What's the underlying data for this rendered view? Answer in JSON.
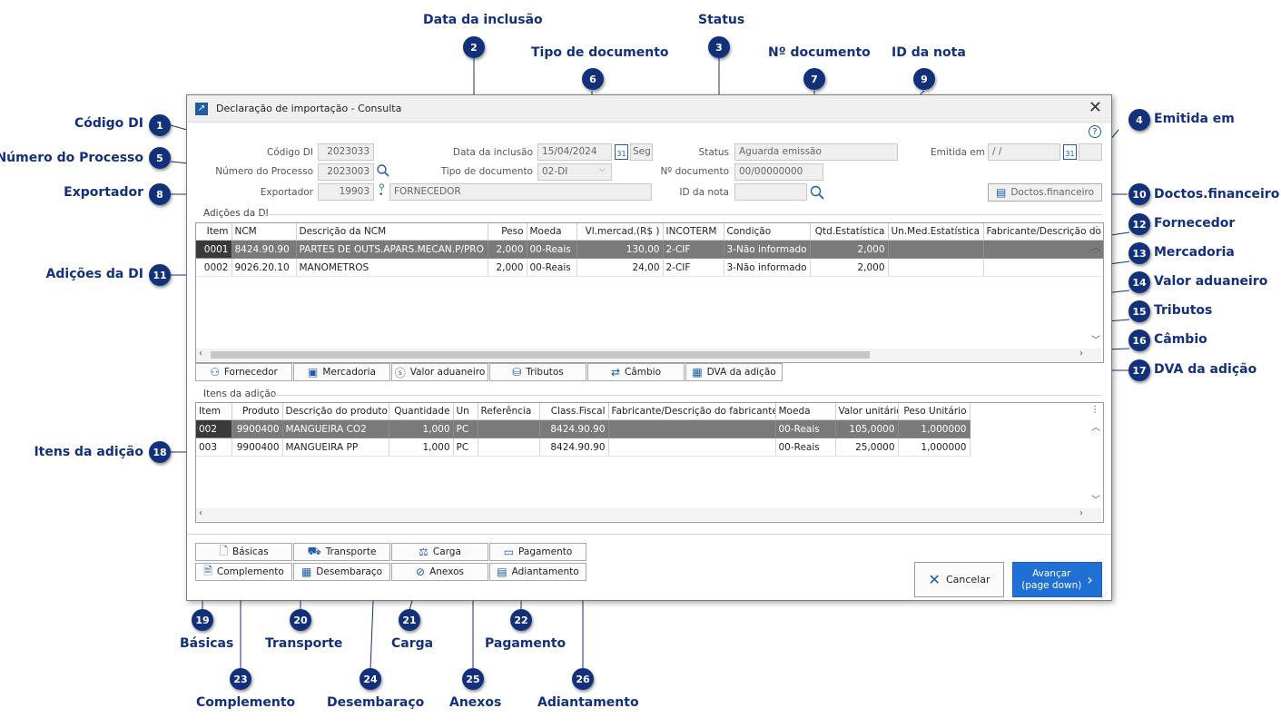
{
  "window": {
    "title": "Declaração de importação - Consulta"
  },
  "header": {
    "codigo_di_label": "Código DI",
    "codigo_di_value": "2023033",
    "numero_processo_label": "Número do Processo",
    "numero_processo_value": "2023003",
    "exportador_label": "Exportador",
    "exportador_code": "19903",
    "exportador_name": "FORNECEDOR",
    "data_inclusao_label": "Data da inclusão",
    "data_inclusao_value": "15/04/2024",
    "data_inclusao_day": "Seg",
    "tipo_documento_label": "Tipo de documento",
    "tipo_documento_value": "02-DI",
    "status_label": "Status",
    "status_value": "Aguarda emissão",
    "num_documento_label": "Nº documento",
    "num_documento_value": "00/00000000",
    "id_nota_label": "ID da nota",
    "id_nota_value": "",
    "emitida_em_label": "Emitida em",
    "emitida_em_value": " /  /",
    "doctos_financeiro_label": "Doctos.financeiro"
  },
  "adicoes": {
    "section_label": "Adições da DI",
    "columns": [
      "Item",
      "NCM",
      "Descrição da NCM",
      "Peso",
      "Moeda",
      "Vl.mercad.(R$ )",
      "INCOTERM",
      "Condição",
      "Qtd.Estatística",
      "Un.Med.Estatística",
      "Fabricante/Descrição do"
    ],
    "rows": [
      [
        "0001",
        "8424.90.90",
        "PARTES DE OUTS.APARS.MECAN.P/PRO",
        "2,000",
        "00-Reais",
        "130,00",
        "2-CIF",
        "3-Não informado",
        "2,000",
        "",
        ""
      ],
      [
        "0002",
        "9026.20.10",
        "MANOMETROS",
        "2,000",
        "00-Reais",
        "24,00",
        "2-CIF",
        "3-Não informado",
        "2,000",
        "",
        ""
      ]
    ],
    "selected_row": 0
  },
  "adicao_buttons": [
    "Fornecedor",
    "Mercadoria",
    "Valor aduaneiro",
    "Tributos",
    "Câmbio",
    "DVA da adição"
  ],
  "itens": {
    "section_label": "Itens da adição",
    "columns": [
      "Item",
      "Produto",
      "Descrição do produto",
      "Quantidade",
      "Un",
      "Referência",
      "Class.Fiscal",
      "Fabricante/Descrição do fabricante",
      "Moeda",
      "Valor unitário",
      "Peso Unitário"
    ],
    "rows": [
      [
        "002",
        "9900400",
        "MANGUEIRA CO2",
        "1,000",
        "PC",
        "",
        "8424.90.90",
        "",
        "00-Reais",
        "105,0000",
        "1,000000"
      ],
      [
        "003",
        "9900400",
        "MANGUEIRA PP",
        "1,000",
        "PC",
        "",
        "8424.90.90",
        "",
        "00-Reais",
        "25,0000",
        "1,000000"
      ]
    ],
    "selected_row": 0
  },
  "bottom_buttons": [
    "Básicas",
    "Transporte",
    "Carga",
    "Pagamento",
    "Complemento",
    "Desembaraço",
    "Anexos",
    "Adiantamento"
  ],
  "cancel_label": "Cancelar",
  "advance_label_line1": "Avançar",
  "advance_label_line2": "(page down)",
  "callouts": [
    {
      "n": "1",
      "label": "Código DI"
    },
    {
      "n": "2",
      "label": "Data da inclusão"
    },
    {
      "n": "3",
      "label": "Status"
    },
    {
      "n": "4",
      "label": "Emitida em"
    },
    {
      "n": "5",
      "label": "Número do Processo"
    },
    {
      "n": "6",
      "label": "Tipo de documento"
    },
    {
      "n": "7",
      "label": "Nº documento"
    },
    {
      "n": "8",
      "label": "Exportador"
    },
    {
      "n": "9",
      "label": "ID da nota"
    },
    {
      "n": "10",
      "label": "Doctos.financeiro"
    },
    {
      "n": "11",
      "label": "Adições da DI"
    },
    {
      "n": "12",
      "label": "Fornecedor"
    },
    {
      "n": "13",
      "label": "Mercadoria"
    },
    {
      "n": "14",
      "label": "Valor aduaneiro"
    },
    {
      "n": "15",
      "label": "Tributos"
    },
    {
      "n": "16",
      "label": "Câmbio"
    },
    {
      "n": "17",
      "label": "DVA da adição"
    },
    {
      "n": "18",
      "label": "Itens da adição"
    },
    {
      "n": "19",
      "label": "Básicas"
    },
    {
      "n": "20",
      "label": "Transporte"
    },
    {
      "n": "21",
      "label": "Carga"
    },
    {
      "n": "22",
      "label": "Pagamento"
    },
    {
      "n": "23",
      "label": "Complemento"
    },
    {
      "n": "24",
      "label": "Desembaraço"
    },
    {
      "n": "25",
      "label": "Anexos"
    },
    {
      "n": "26",
      "label": "Adiantamento"
    }
  ],
  "colors": {
    "callout": "#13317a",
    "primary": "#1f6fd4",
    "selected_row": "#7a7a7a"
  }
}
